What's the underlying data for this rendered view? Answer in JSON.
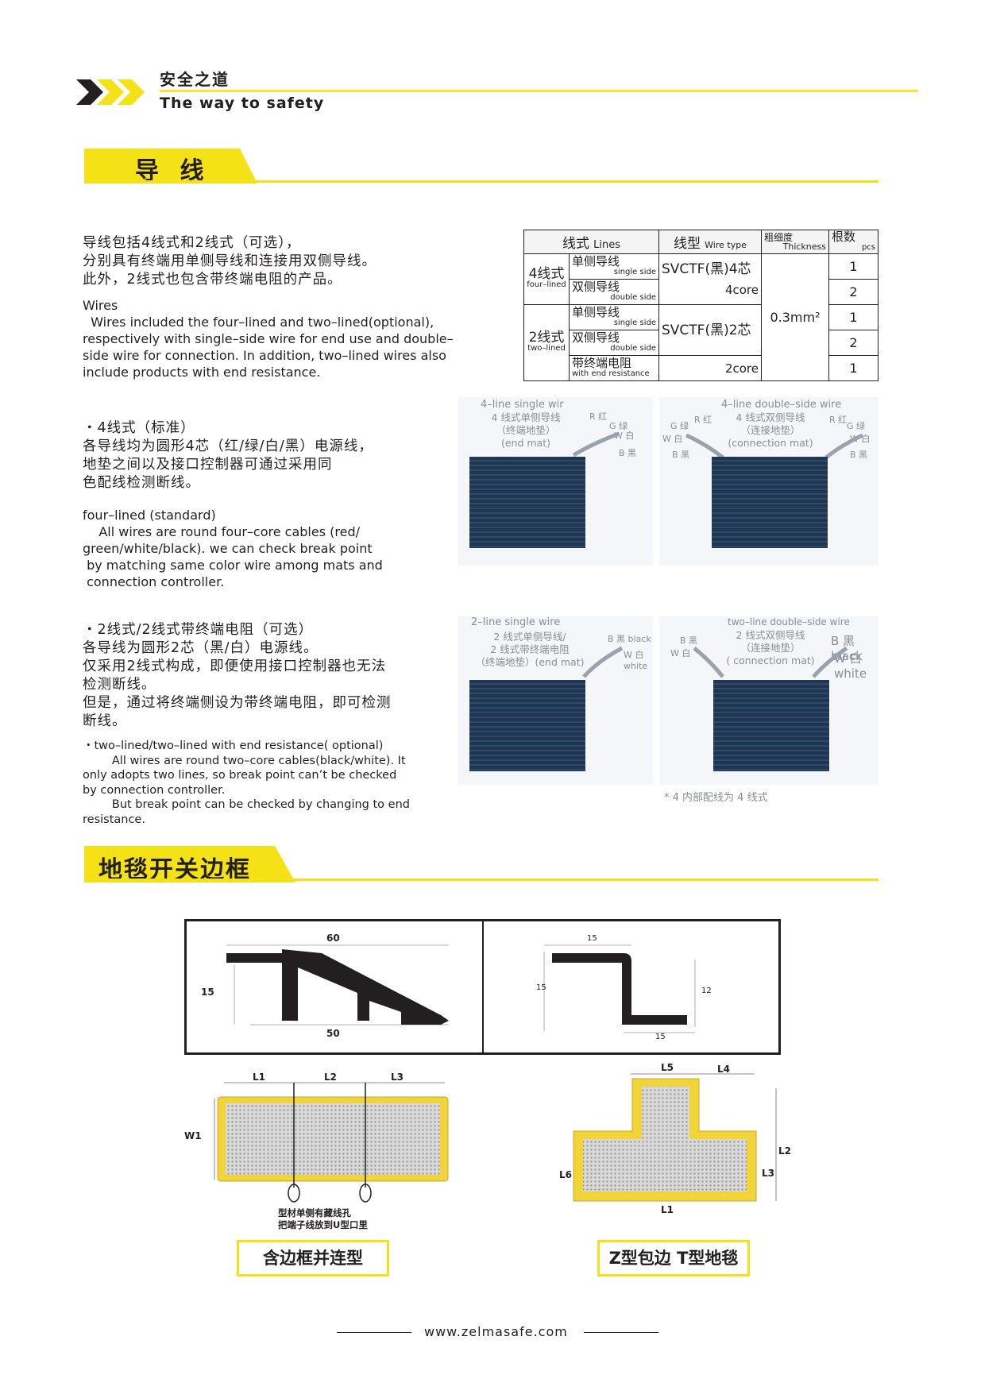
{
  "header": {
    "brand_zh": "安全之道",
    "brand_en": "The way to safety"
  },
  "section_wires": {
    "title": "导 线",
    "intro_zh": [
      "导线包括4线式和2线式（可选），",
      "分别具有终端用单侧导线和连接用双侧导线。",
      "此外，2线式也包含带终端电阻的产品。"
    ],
    "intro_en_title": "Wires",
    "intro_en": [
      "  Wires included the four–lined and two–lined(optional),",
      "respectively with single–side wire for end use and double–",
      "side wire for connection. In addition, two–lined wires also",
      "include products with end resistance."
    ],
    "four_zh": [
      "・4线式（标准）",
      "各导线均为圆形4芯（红/绿/白/黑）电源线，",
      "地垫之间以及接口控制器可通过采用同",
      "色配线检测断线。"
    ],
    "four_en": [
      "four–lined (standard)",
      "    All wires are round four–core cables (red/",
      "green/white/black). we can check break point",
      " by matching same color wire among mats and",
      " connection controller."
    ],
    "two_zh": [
      "・2线式/2线式带终端电阻（可选）",
      "各导线为圆形2芯（黑/白）电源线。",
      "仅采用2线式构成，即便使用接口控制器也无法",
      "检测断线。",
      "但是，通过将终端侧设为带终端电阻，即可检测",
      "断线。"
    ],
    "two_en": [
      "・two–lined/two–lined with end resistance( optional)",
      "        All wires are round two–core cables(black/white). It",
      "only adopts two lines, so break point can’t be checked",
      "by connection controller.",
      "        But break point can be checked by changing to end",
      "resistance."
    ]
  },
  "spec_table": {
    "headers": {
      "lines_zh": "线式",
      "lines_en": "Lines",
      "type_zh": "线型",
      "type_en": "Wire type",
      "thick_zh": "粗细度",
      "thick_en": "Thickness",
      "pcs_zh": "根数",
      "pcs_en": "pcs"
    },
    "four": {
      "zh": "4线式",
      "en": "four–lined",
      "type": "SVCTF(黑)4芯",
      "core": "4core"
    },
    "two": {
      "zh": "2线式",
      "en": "two–lined",
      "type": "SVCTF(黑)2芯",
      "core": "2core"
    },
    "thickness": "0.3mm²",
    "rows": [
      {
        "zh": "单侧导线",
        "en": "single side",
        "pcs": "1"
      },
      {
        "zh": "双侧导线",
        "en": "double side",
        "pcs": "2"
      },
      {
        "zh": "单侧导线",
        "en": "single side",
        "pcs": "1"
      },
      {
        "zh": "双侧导线",
        "en": "double side",
        "pcs": "2"
      },
      {
        "zh": "带终端电阻",
        "en": "with end resistance",
        "pcs": "1"
      }
    ]
  },
  "mats": {
    "m1": {
      "cap": "4–line single wir",
      "l1": "4 线式单侧导线",
      "l2": "（终端地垫）",
      "l3": "(end mat)"
    },
    "m2": {
      "cap": "4–line double–side wire",
      "l1": "4 线式双侧导线",
      "l2": "（连接地垫）",
      "l3": "(connection mat)"
    },
    "m3": {
      "cap": "2–line single wire",
      "l1": "2 线式单侧导线/",
      "l2": "2 线式带终端电阻",
      "l3": "（终端地垫）(end mat)"
    },
    "m4": {
      "cap": "two–line double–side wire",
      "l1": "2 线式双侧导线",
      "l2": "（连接地垫）",
      "l3": "( connection mat)"
    },
    "wires": {
      "r": "R 红",
      "g": "G 绿",
      "w": "W 白",
      "b": "B 黑",
      "b_black": "B 黑 black",
      "w_white": "W 白 white",
      "black": "black",
      "white": "white"
    },
    "note": "* 4 内部配线为 4 线式"
  },
  "section_frame": {
    "title": "地毯开关边框",
    "dims_left": {
      "top": "60",
      "side": "15",
      "bottom": "50"
    },
    "dims_right": {
      "top": "15",
      "left": "15",
      "right": "12",
      "bottom": "15"
    },
    "rect_labels": {
      "l1": "L1",
      "l2": "L2",
      "l3": "L3",
      "w1": "W1"
    },
    "rect_note": [
      "型材单侧有藏线孔",
      "把端子线放到U型口里"
    ],
    "t_labels": {
      "l5": "L5",
      "l4": "L4",
      "l2": "L2",
      "l3": "L3",
      "l6": "L6",
      "l1": "L1"
    },
    "caption_left": "含边框并连型",
    "caption_right": "Z型包边 T型地毯"
  },
  "footer": {
    "url": "www.zelmasafe.com"
  },
  "colors": {
    "accent": "#f5e216",
    "text": "#231f20",
    "mat": "#1f3550"
  }
}
